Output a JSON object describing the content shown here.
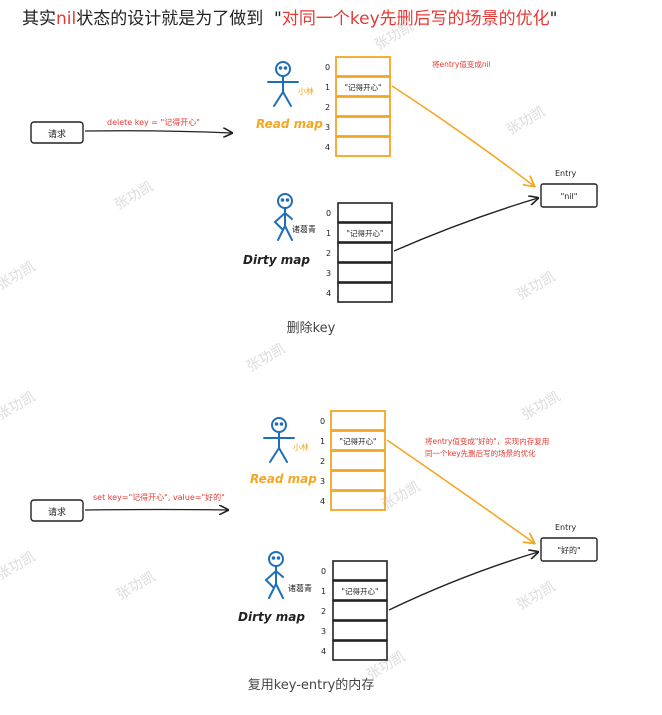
{
  "heading": {
    "prefix": "其实",
    "nil_word": "nil",
    "middle": "状态的设计就是为了做到",
    "quote_open": "\"",
    "highlight": "对同一个key先删后写的场景的优化",
    "quote_close": "\""
  },
  "diagrams": [
    {
      "caption": "删除key",
      "request_label": "请求",
      "arrow_label": "delete key = \"记得开心\"",
      "read_map": {
        "title": "Read map",
        "person": "小林",
        "indices": [
          "0",
          "1",
          "2",
          "3",
          "4"
        ],
        "row1_value": "\"记得开心\""
      },
      "dirty_map": {
        "title": "Dirty map",
        "person": "诸葛青",
        "indices": [
          "0",
          "1",
          "2",
          "3",
          "4"
        ],
        "row1_value": "\"记得开心\""
      },
      "note_lines": [
        "将entry值变成nil"
      ],
      "entry_title": "Entry",
      "entry_value": "\"nil\""
    },
    {
      "caption": "复用key-entry的内存",
      "request_label": "请求",
      "arrow_label": "set key=\"记得开心\", value=\"好的\"",
      "read_map": {
        "title": "Read map",
        "person": "小林",
        "indices": [
          "0",
          "1",
          "2",
          "3",
          "4"
        ],
        "row1_value": "\"记得开心\""
      },
      "dirty_map": {
        "title": "Dirty map",
        "person": "诸葛青",
        "indices": [
          "0",
          "1",
          "2",
          "3",
          "4"
        ],
        "row1_value": "\"记得开心\""
      },
      "note_lines": [
        "将entry值变成\"好的\"，实现内存复用",
        "同一个key先删后写的场景的优化"
      ],
      "entry_title": "Entry",
      "entry_value": "\"好的\""
    }
  ],
  "watermark": "张功凯",
  "colors": {
    "accent_red": "#e53935",
    "orange": "#f5a623",
    "blue": "#1f6fb8",
    "ink": "#222222",
    "caption": "#444444"
  }
}
